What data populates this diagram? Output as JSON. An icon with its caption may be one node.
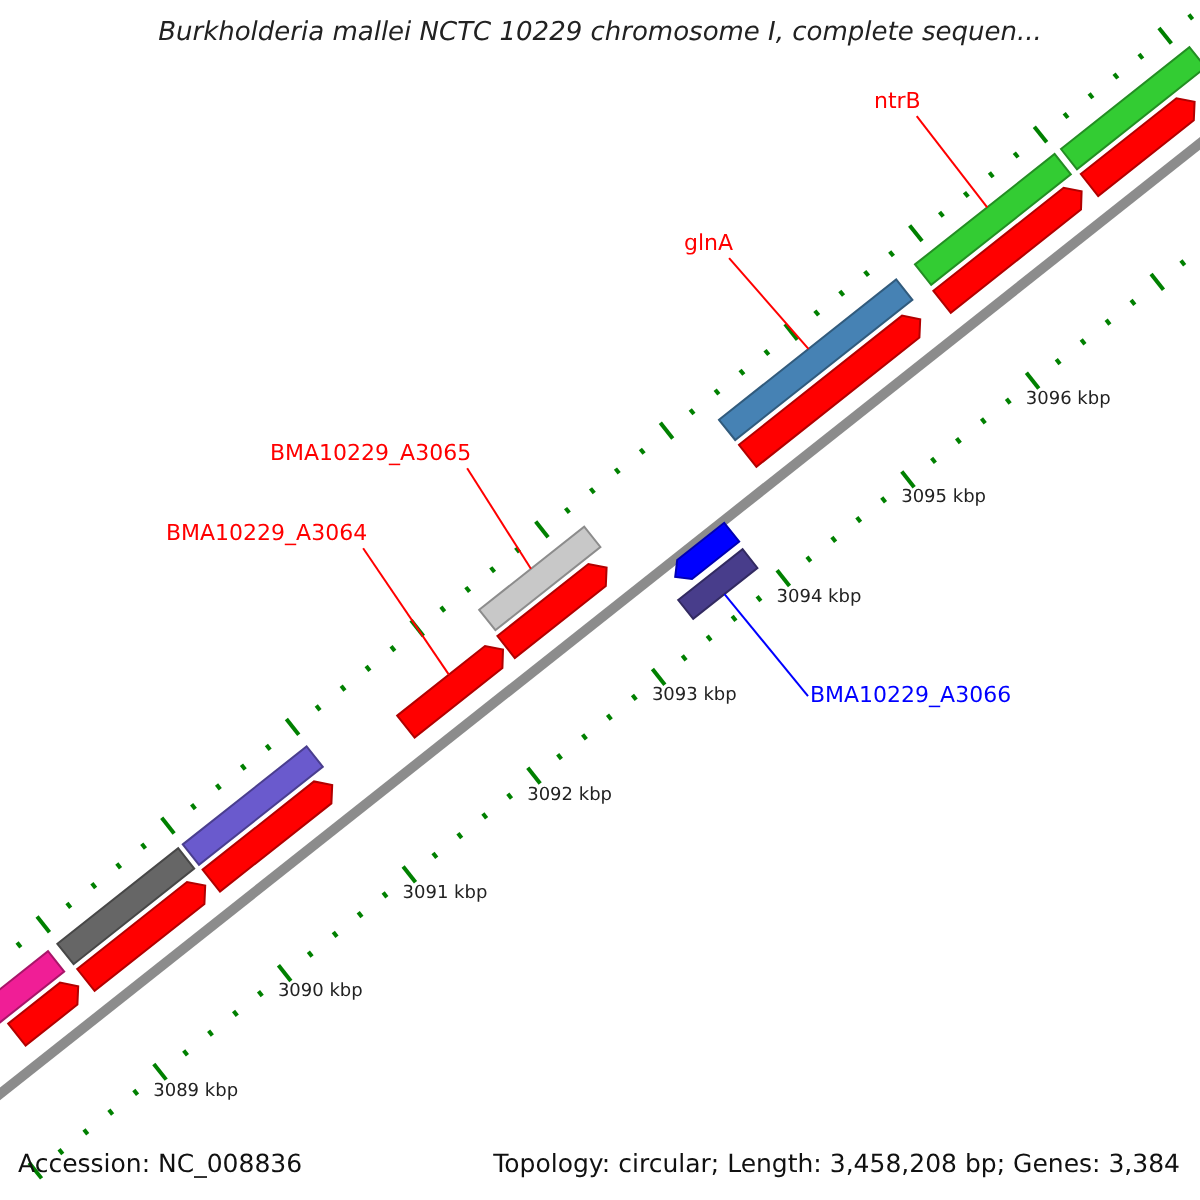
{
  "diagram": {
    "title": "Burkholderia mallei NCTC 10229 chromosome I, complete sequen...",
    "nodes": [
      {
        "text": [
          "ntrB"
        ]
      },
      {
        "text": [],
        "shape": "bar"
      },
      {
        "text": [
          "glnA"
        ]
      },
      {
        "text": [],
        "shape": "bar"
      },
      {
        "text": [
          "BMA10229_A3065"
        ]
      },
      {
        "text": [],
        "shape": "bar"
      },
      {
        "text": [
          "BMA10229_A3064"
        ]
      },
      {
        "text": [],
        "shape": "arrow"
      },
      {
        "text": [
          "BMA10229_A3066"
        ]
      },
      {
        "text": [],
        "shape": "bar"
      },
      {
        "text": [],
        "shape": "bar"
      },
      {
        "text": [],
        "shape": "arrow"
      },
      {
        "text": [],
        "shape": "bar"
      },
      {
        "text": [],
        "shape": "arrow"
      },
      {
        "text": [],
        "shape": "bar"
      },
      {
        "text": [],
        "shape": "arrow"
      },
      {
        "text": [],
        "shape": "arrow"
      },
      {
        "text": [],
        "shape": "arrow"
      },
      {
        "text": [],
        "shape": "arrow"
      },
      {
        "text": [],
        "shape": "arrow"
      },
      {
        "text": [],
        "shape": "bar"
      },
      {
        "text": [],
        "shape": "arrow"
      }
    ],
    "edges": [
      {
        "from": 0,
        "to": 1,
        "arrow": "none"
      },
      {
        "from": 2,
        "to": 3,
        "arrow": "none"
      },
      {
        "from": 4,
        "to": 5,
        "arrow": "none"
      },
      {
        "from": 6,
        "to": 7,
        "arrow": "none"
      },
      {
        "from": 8,
        "to": 9,
        "arrow": "none",
        "color": "#0000ff"
      }
    ],
    "labels": [
      "3096 kbp",
      "3095 kbp",
      "3094 kbp",
      "3093 kbp",
      "3092 kbp",
      "3091 kbp",
      "3090 kbp",
      "3089 kbp",
      "Accession: NC_008836",
      "Topology: circular; Length: 3,458,208 bp; Genes: 3,384"
    ]
  }
}
